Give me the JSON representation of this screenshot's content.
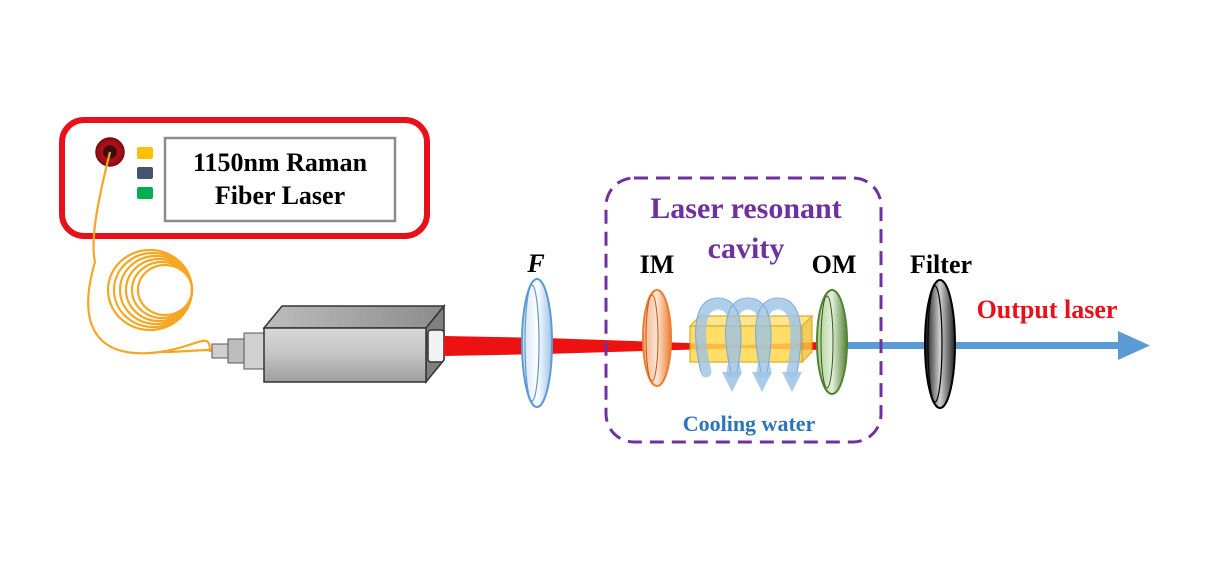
{
  "labels": {
    "laser_line1": "1150nm Raman",
    "laser_line2": "Fiber Laser",
    "focus_lens": "F",
    "input_mirror": "IM",
    "output_mirror": "OM",
    "filter": "Filter",
    "cavity_line1": "Laser resonant",
    "cavity_line2": "cavity",
    "output": "Output laser",
    "cooling": "Cooling water"
  },
  "colors": {
    "laser_box_border": "#e8101a",
    "pump_beam": "#ee1111",
    "output_beam": "#5b9bd5",
    "cavity_border": "#7030a0",
    "fiber": "#f5a623",
    "input_mirror": "#ed7d31",
    "output_mirror": "#548235",
    "focus_lens": "#5b9bd5",
    "filter": "#222222",
    "crystal": "#ffd84d",
    "cooling_water": "#2e75b6",
    "output_label": "#e8101a"
  },
  "icons": [
    "fiber-port-icon",
    "status-led-yellow-icon",
    "status-led-navy-icon",
    "status-led-green-icon",
    "fiber-coil-icon",
    "collimator-icon",
    "cooling-arrow-icon"
  ]
}
